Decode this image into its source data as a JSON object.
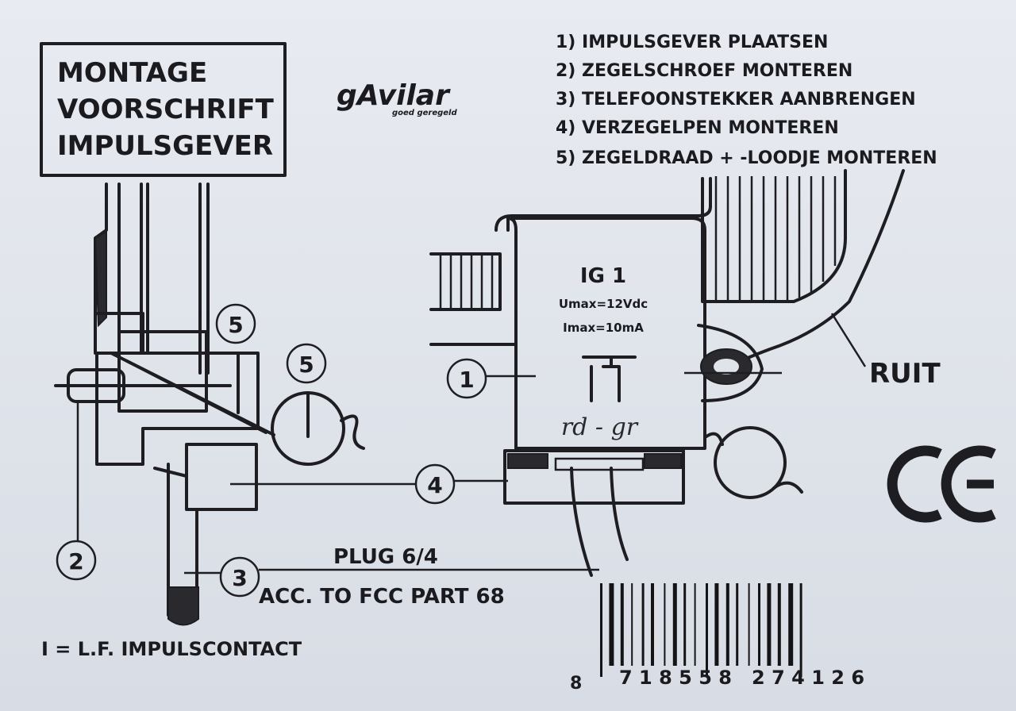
{
  "title_box": {
    "lines": [
      "MONTAGE",
      "VOORSCHRIFT",
      "IMPULSGEVER"
    ]
  },
  "brand": {
    "name": "gAvilar",
    "tagline": "goed geregeld"
  },
  "steps": [
    "1) IMPULSGEVER PLAATSEN",
    "2) ZEGELSCHROEF MONTEREN",
    "3) TELEFOONSTEKKER AANBRENGEN",
    "4) VERZEGELPEN MONTEREN",
    "5) ZEGELDRAAD + -LOODJE MONTEREN"
  ],
  "device": {
    "model": "IG 1",
    "umax": "Umax=12Vdc",
    "imax": "Imax=10mA",
    "handwriting": "rd - gr"
  },
  "callouts": [
    "1",
    "2",
    "3",
    "4",
    "5",
    "5"
  ],
  "labels": {
    "ruit": "RUIT",
    "plug": "PLUG 6/4",
    "fcc": "ACC. TO FCC PART 68",
    "legend": "I = L.F. IMPULSCONTACT"
  },
  "barcode": {
    "prefix": "8",
    "digits": "7 1 8 5 5 8   2 7 4 1 2 6"
  },
  "ce_mark": "CE"
}
